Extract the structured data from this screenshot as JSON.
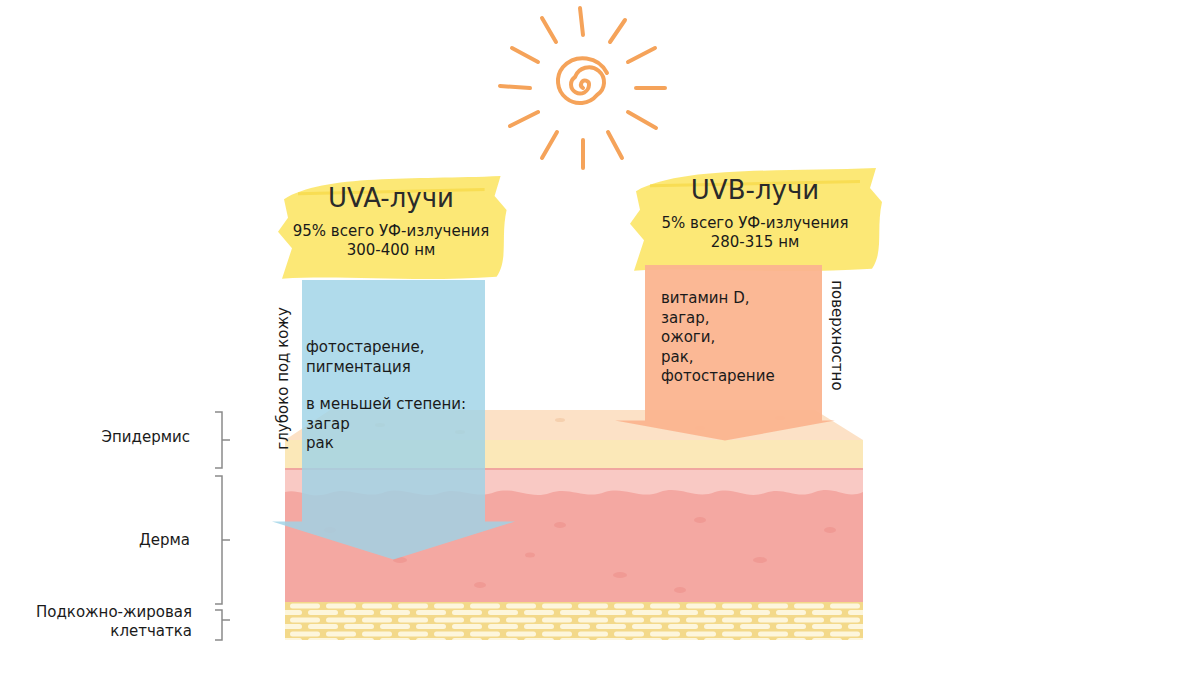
{
  "diagram": {
    "nodes": [
      {
        "text": [
          "UVA-лучи",
          "95% всего УФ-излучения",
          "300-400 нм"
        ]
      },
      {
        "text": [
          "UVB-лучи",
          "5% всего УФ-излучения",
          "280-315 нм"
        ]
      },
      {
        "text": [
          "фотостарение, пигментация",
          "в меньшей степени:",
          "загар",
          "рак"
        ]
      },
      {
        "text": [
          "витамин D,",
          "загар,",
          "ожоги,",
          "рак,",
          "фотостарение"
        ]
      }
    ],
    "labels": [
      "глубоко под кожу",
      "поверхностно",
      "Эпидермис",
      "Дерма",
      "Подкожно-жировая клетчатка"
    ]
  }
}
